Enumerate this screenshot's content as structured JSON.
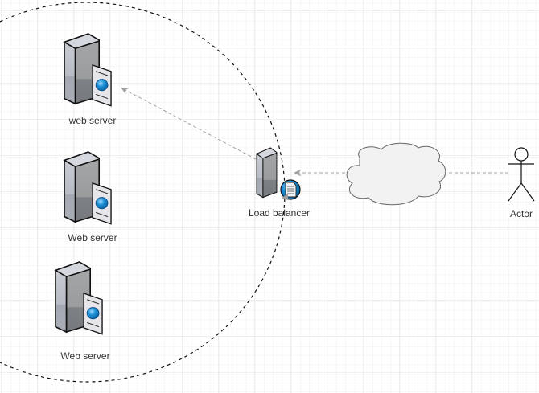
{
  "diagram": {
    "nodes": {
      "web_server_1": {
        "label": "web server",
        "type": "web-server"
      },
      "web_server_2": {
        "label": "Web server",
        "type": "web-server"
      },
      "web_server_3": {
        "label": "Web server",
        "type": "web-server"
      },
      "load_balancer": {
        "label": "Load balancer",
        "type": "load-balancer"
      },
      "internet_cloud": {
        "label": "",
        "type": "cloud"
      },
      "actor": {
        "label": "Actor",
        "type": "actor"
      }
    },
    "edges": [
      {
        "from": "actor",
        "to": "load_balancer",
        "style": "dashed",
        "via": "internet_cloud"
      },
      {
        "from": "load_balancer",
        "to": "web_server_1",
        "style": "dashed",
        "arrow": "open"
      }
    ],
    "groups": [
      {
        "name": "server-cluster",
        "shape": "ellipse",
        "style": "dashed",
        "members": [
          "web_server_1",
          "web_server_2",
          "web_server_3",
          "load_balancer"
        ]
      }
    ],
    "colors": {
      "grid_minor": "#f1f1f1",
      "grid_major": "#e3e3e3",
      "edge": "#a0a0a0",
      "cloud_fill": "#f2f2f2",
      "cloud_stroke": "#666666",
      "globe": "#1a8fd6"
    }
  }
}
